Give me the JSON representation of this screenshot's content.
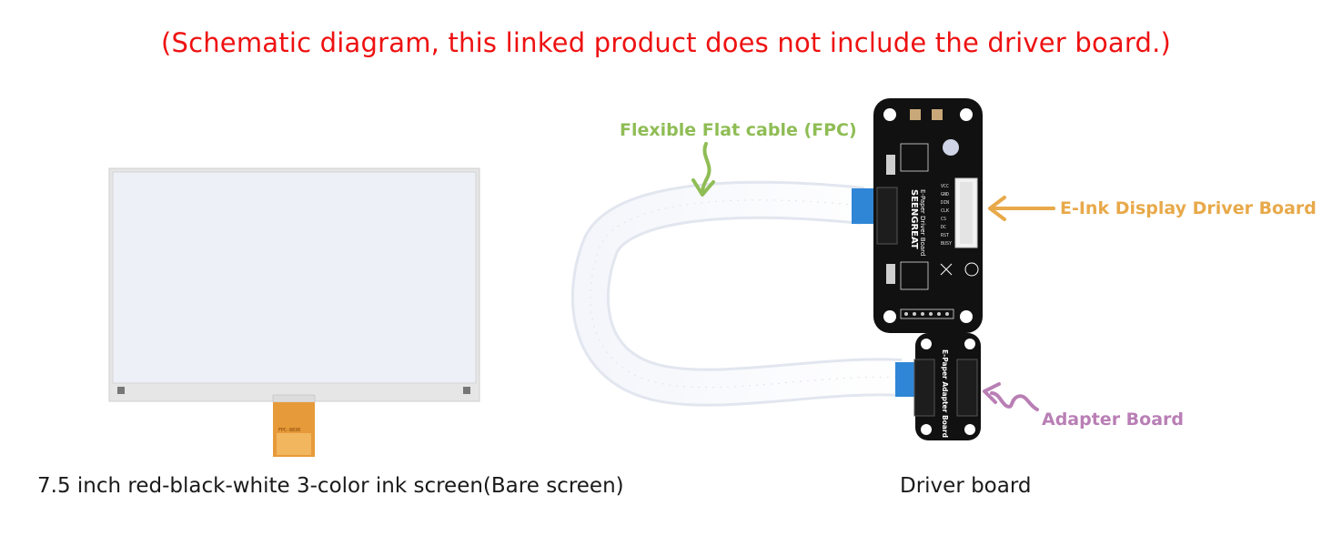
{
  "header": {
    "title": "(Schematic diagram, this linked product does not include the driver board.)"
  },
  "captions": {
    "left": "7.5 inch red-black-white 3-color ink screen(Bare screen)",
    "right": "Driver board"
  },
  "callouts": {
    "fpc": "Flexible Flat cable (FPC)",
    "driver_board": "E-Ink Display Driver Board",
    "adapter_board": "Adapter Board"
  },
  "screen": {
    "fpc_marking": "FPC-8830"
  },
  "driver_board": {
    "brand": "SEENGREAT",
    "name": "E-Paper Driver Board",
    "pins": [
      "VCC",
      "GND",
      "DIN",
      "CLK",
      "CS",
      "DC",
      "RST",
      "BUSY"
    ]
  },
  "adapter_board": {
    "name": "E-Paper Adapter Board"
  },
  "colors": {
    "headline": "#ee1111",
    "fpc_label": "#8fbd55",
    "driver_label": "#e8a94a",
    "adapter_label": "#b97fb5",
    "pcb": "#111111",
    "fpc_connector_tape": "#2f86d6"
  }
}
